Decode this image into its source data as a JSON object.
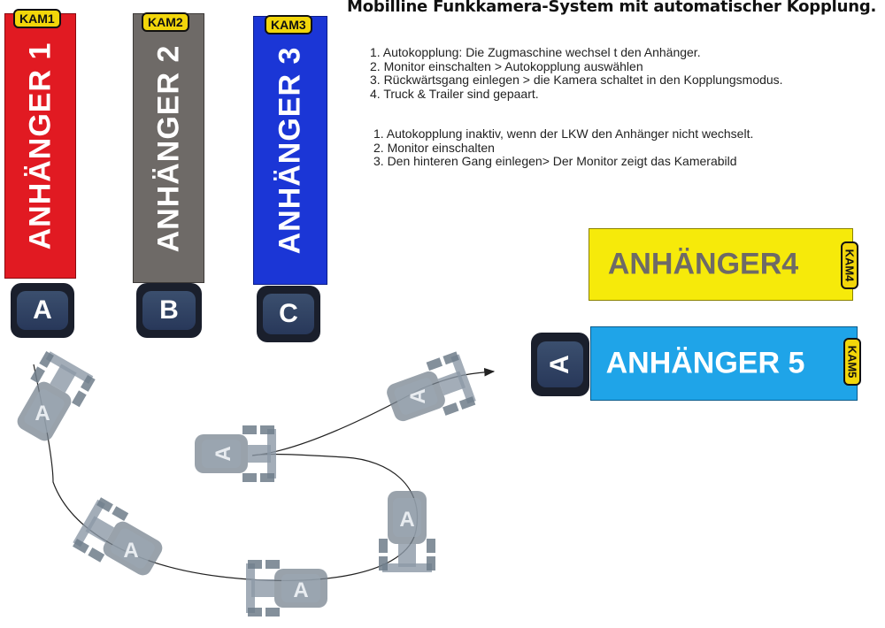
{
  "title": "Mobilline Funkkamera-System mit automatischer Kopplung.",
  "steps_auto": [
    "1. Autokopplung: Die Zugmaschine wechsel t den Anhänger.",
    "2. Monitor einschalten > Autokopplung auswählen",
    "3. Rückwärtsgang einlegen > die Kamera schaltet in den Kopplungsmodus.",
    "4. Truck & Trailer sind gepaart."
  ],
  "steps_manual": [
    "1. Autokopplung inaktiv, wenn der LKW den Anhänger nicht wechselt.",
    "2. Monitor einschalten",
    "3. Den hinteren Gang einlegen> Der Monitor zeigt das Kamerabild"
  ],
  "trailers": [
    {
      "label": "ANHÄNGER 1",
      "cam": "KAM1",
      "color": "#e11a22"
    },
    {
      "label": "ANHÄNGER 2",
      "cam": "KAM2",
      "color": "#6e6a67"
    },
    {
      "label": "ANHÄNGER 3",
      "cam": "KAM3",
      "color": "#1b36d6"
    },
    {
      "label": "ANHÄNGER4",
      "cam": "KAM4",
      "color": "#f6ea0a"
    },
    {
      "label": "ANHÄNGER 5",
      "cam": "KAM5",
      "color": "#1fa4e8"
    }
  ],
  "tractors": [
    "A",
    "B",
    "C",
    "A"
  ],
  "ghost_tractor_label": "A"
}
